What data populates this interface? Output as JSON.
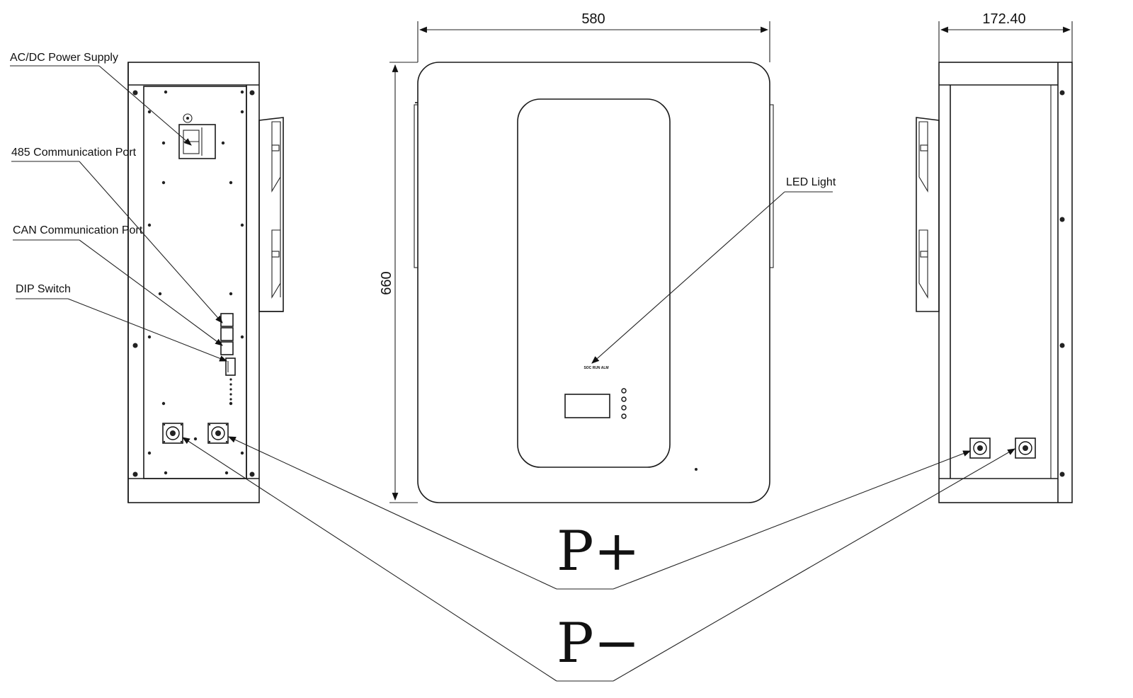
{
  "labels": {
    "acdc": "AC/DC Power Supply",
    "port485": "485 Communication Port",
    "can": "CAN Communication Port",
    "dip": "DIP Switch",
    "led": "LED Light"
  },
  "dimensions": {
    "width": "580",
    "height": "660",
    "depth": "172.40"
  },
  "terminals": {
    "positive": "P+",
    "negative": "P−"
  },
  "front_led_text": "SOC RUN ALM"
}
